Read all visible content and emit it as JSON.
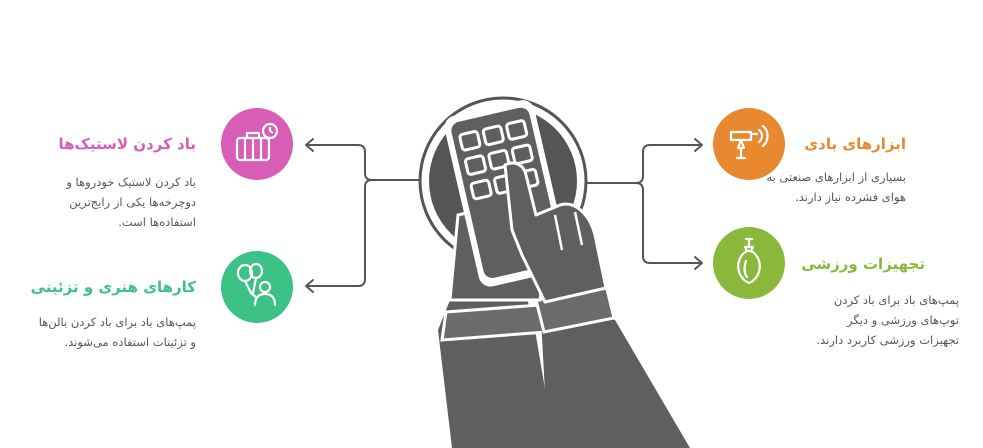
{
  "items": [
    {
      "title": "باد کردن لاستیک‌ها",
      "desc": [
        "باد کردن لاستیک خودروها و",
        "دوچرخه‌ها یکی از رایج‌ترین",
        "استفاده‌ها است."
      ],
      "color": "#d85db6",
      "icon": "suitcase-icon"
    },
    {
      "title": "کارهای هنری و تزئینی",
      "desc": [
        "پمپ‌های باد برای باد کردن بالن‌ها",
        "و تزئینات استفاده می‌شوند."
      ],
      "color": "#3cc187",
      "icon": "balloon-person-icon"
    },
    {
      "title": "ابزارهای بادی",
      "desc": [
        "بسیاری از ابزارهای صنعتی به",
        "هوای فشرده نیاز دارند."
      ],
      "color": "#e8892f",
      "icon": "air-tool-icon"
    },
    {
      "title": "تجهیزات ورزشی",
      "desc": [
        "پمپ‌های باد برای باد کردن",
        "توپ‌های ورزشی و دیگر",
        "تجهیزات ورزشی کاربرد دارند."
      ],
      "color": "#8ab83b",
      "icon": "punching-bag-icon"
    }
  ],
  "center_icon": "hand-pressing-keypad-icon"
}
